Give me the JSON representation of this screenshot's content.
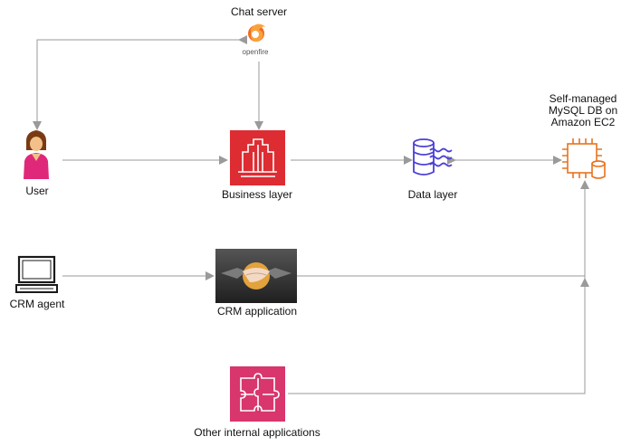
{
  "nodes": {
    "chat_server": {
      "label": "Chat server",
      "logo_text": "openfire"
    },
    "user": {
      "label": "User"
    },
    "business_layer": {
      "label": "Business layer"
    },
    "data_layer": {
      "label": "Data layer"
    },
    "mysql": {
      "label": "Self-managed MySQL DB on Amazon EC2"
    },
    "crm_agent": {
      "label": "CRM agent"
    },
    "crm_application": {
      "label": "CRM application"
    },
    "other_apps": {
      "label": "Other internal applications"
    }
  },
  "colors": {
    "arrow": "#9a9a9a",
    "business_layer_bg": "#dd2c32",
    "other_apps_bg": "#d8366d",
    "data_layer_icon": "#4b3fd6",
    "ec2_icon": "#e8731d",
    "openfire_orange": "#f26a21",
    "user_shirt": "#e0287a",
    "user_hair": "#7a3b12",
    "user_skin": "#f3c08a",
    "crm_app_bg": "#3a3a3a",
    "crm_app_hands": "#e2a23c"
  },
  "icons": {
    "chat_server": "openfire-logo-icon",
    "user": "user-woman-icon",
    "business_layer": "aws-application-stack-icon",
    "data_layer": "database-icon",
    "mysql": "ec2-instance-icon",
    "crm_agent": "computer-terminal-icon",
    "crm_application": "handshake-image",
    "other_apps": "puzzle-icon"
  }
}
